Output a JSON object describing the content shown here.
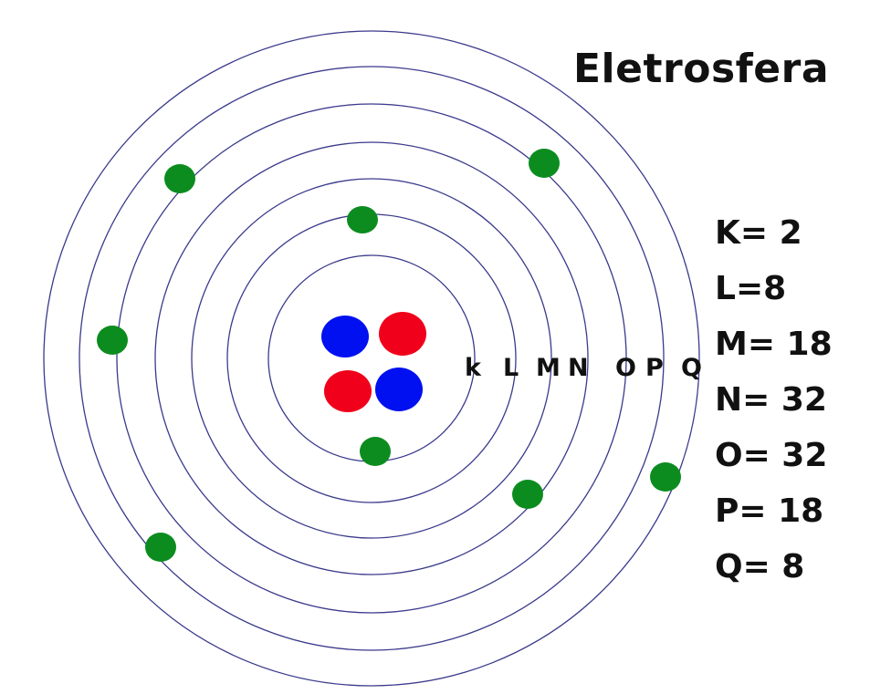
{
  "title": "Eletrosfera",
  "shell_letters": [
    "k",
    "L",
    "M",
    "N",
    "O",
    "P",
    "Q"
  ],
  "capacities": [
    "K= 2",
    "L=8",
    "M= 18",
    "N= 32",
    "O= 32",
    "P= 18",
    "Q= 8"
  ],
  "colors": {
    "orbit": "#3a3a8c",
    "electron": "#0c8c1f",
    "proton": "#f0001a",
    "neutron": "#0010f0"
  }
}
